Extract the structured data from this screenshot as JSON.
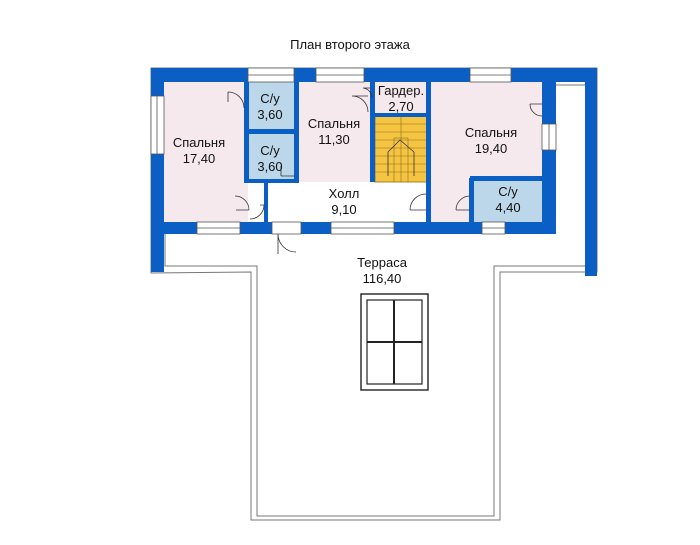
{
  "title": "План второго этажа",
  "rooms": [
    {
      "name": "Спальня",
      "area": "17,40"
    },
    {
      "name": "С/у",
      "area": "3,60"
    },
    {
      "name": "С/у",
      "area": "3,60"
    },
    {
      "name": "Спальня",
      "area": "11,30"
    },
    {
      "name": "Гардер.",
      "area": "2,70"
    },
    {
      "name": "Спальня",
      "area": "19,40"
    },
    {
      "name": "С/у",
      "area": "4,40"
    },
    {
      "name": "Холл",
      "area": "9,10"
    },
    {
      "name": "Терраса",
      "area": "116,40"
    }
  ],
  "colors": {
    "wall": "#0b5fc4",
    "bedroom_fill": "#f5e9ee",
    "bath_fill": "#bcd7ea",
    "hall_fill": "#ffffff",
    "stair_fill": "#f5c542",
    "terrace_line": "#666666"
  }
}
